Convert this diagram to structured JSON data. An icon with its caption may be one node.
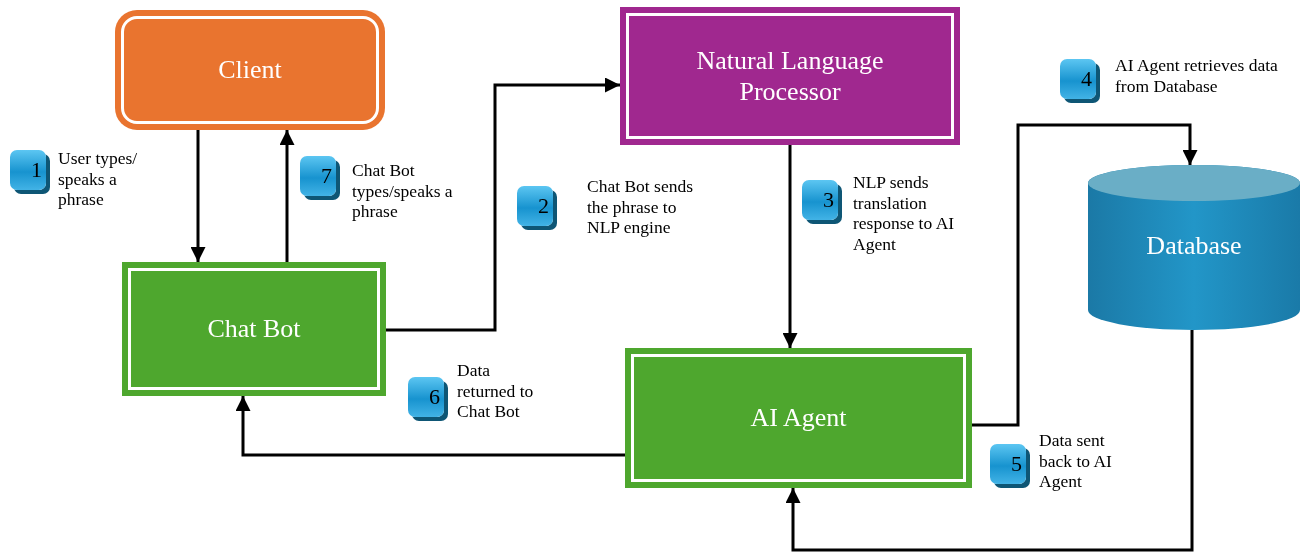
{
  "diagram": {
    "nodes": [
      {
        "text": [
          "Client"
        ]
      },
      {
        "text": [
          "Chat Bot"
        ]
      },
      {
        "text": [
          "Natural Language Processor"
        ]
      },
      {
        "text": [
          "AI Agent"
        ]
      },
      {
        "text": [
          "Database"
        ]
      },
      {
        "text": [
          "1"
        ],
        "beside": [
          "User types/ speaks a phrase"
        ]
      },
      {
        "text": [
          "2"
        ],
        "beside": [
          "Chat Bot sends the phrase to NLP engine"
        ]
      },
      {
        "text": [
          "3"
        ],
        "beside": [
          "NLP sends translation response to AI Agent"
        ]
      },
      {
        "text": [
          "4"
        ],
        "beside": [
          "AI Agent retrieves data from Database"
        ]
      },
      {
        "text": [
          "5"
        ],
        "beside": [
          "Data sent back to AI Agent"
        ]
      },
      {
        "text": [
          "6"
        ],
        "beside": [
          "Data returned to Chat Bot"
        ]
      },
      {
        "text": [
          "7"
        ],
        "beside": [
          "Chat Bot types/speaks a phrase"
        ]
      }
    ],
    "edges": [
      {
        "from": 0,
        "to": 1,
        "arrow": "to"
      },
      {
        "from": 1,
        "to": 0,
        "arrow": "to"
      },
      {
        "from": 1,
        "to": 2,
        "arrow": "to"
      },
      {
        "from": 2,
        "to": 3,
        "arrow": "to"
      },
      {
        "from": 3,
        "to": 4,
        "arrow": "to"
      },
      {
        "from": 4,
        "to": 3,
        "arrow": "to"
      },
      {
        "from": 3,
        "to": 1,
        "arrow": "to"
      }
    ]
  }
}
